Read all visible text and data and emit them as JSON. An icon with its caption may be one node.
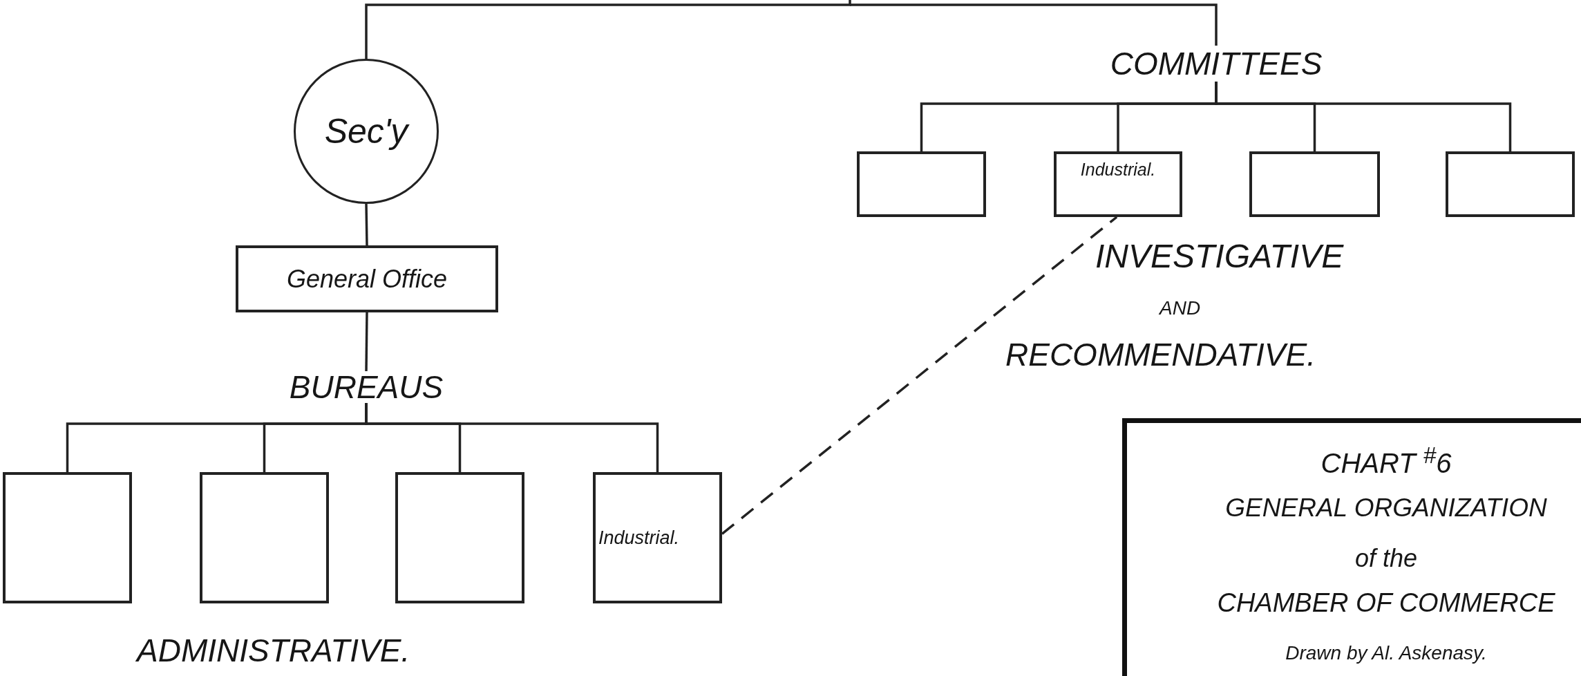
{
  "diagram": {
    "nodes": [
      {
        "text": [
          "Sec'y"
        ]
      },
      {
        "text": [
          "General Office"
        ]
      },
      {
        "text": [
          "BUREAUS"
        ]
      },
      {
        "text": [],
        "shape": "box"
      },
      {
        "text": [],
        "shape": "box"
      },
      {
        "text": [],
        "shape": "box"
      },
      {
        "text": [
          "Industrial."
        ]
      },
      {
        "text": [
          "COMMITTEES"
        ]
      },
      {
        "text": [],
        "shape": "box"
      },
      {
        "text": [
          "Industrial."
        ]
      },
      {
        "text": [],
        "shape": "box"
      },
      {
        "text": [],
        "shape": "box"
      },
      {
        "text": [
          "CHART $^{#}$6",
          "GENERAL ORGANIZATION",
          "of the",
          "CHAMBER OF COMMERCE",
          "Drawn by Al. Askenasy."
        ]
      }
    ],
    "edges": [
      {
        "from": null,
        "to": 0,
        "arrow": "none"
      },
      {
        "from": null,
        "to": 7,
        "arrow": "none"
      },
      {
        "from": 0,
        "to": 1,
        "arrow": "none"
      },
      {
        "from": 1,
        "to": 2,
        "arrow": "none"
      },
      {
        "from": 2,
        "to": 3,
        "arrow": "none"
      },
      {
        "from": 2,
        "to": 4,
        "arrow": "none"
      },
      {
        "from": 2,
        "to": 5,
        "arrow": "none"
      },
      {
        "from": 2,
        "to": 6,
        "arrow": "none"
      },
      {
        "from": 7,
        "to": 8,
        "arrow": "none"
      },
      {
        "from": 7,
        "to": 9,
        "arrow": "none"
      },
      {
        "from": 7,
        "to": 10,
        "arrow": "none"
      },
      {
        "from": 7,
        "to": 11,
        "arrow": "none"
      },
      {
        "from": 6,
        "to": 9,
        "arrow": "none",
        "style": "dashed"
      }
    ],
    "labels": [
      "ADMINISTRATIVE.",
      "INVESTIGATIVE",
      "AND",
      "RECOMMENDATIVE."
    ]
  }
}
